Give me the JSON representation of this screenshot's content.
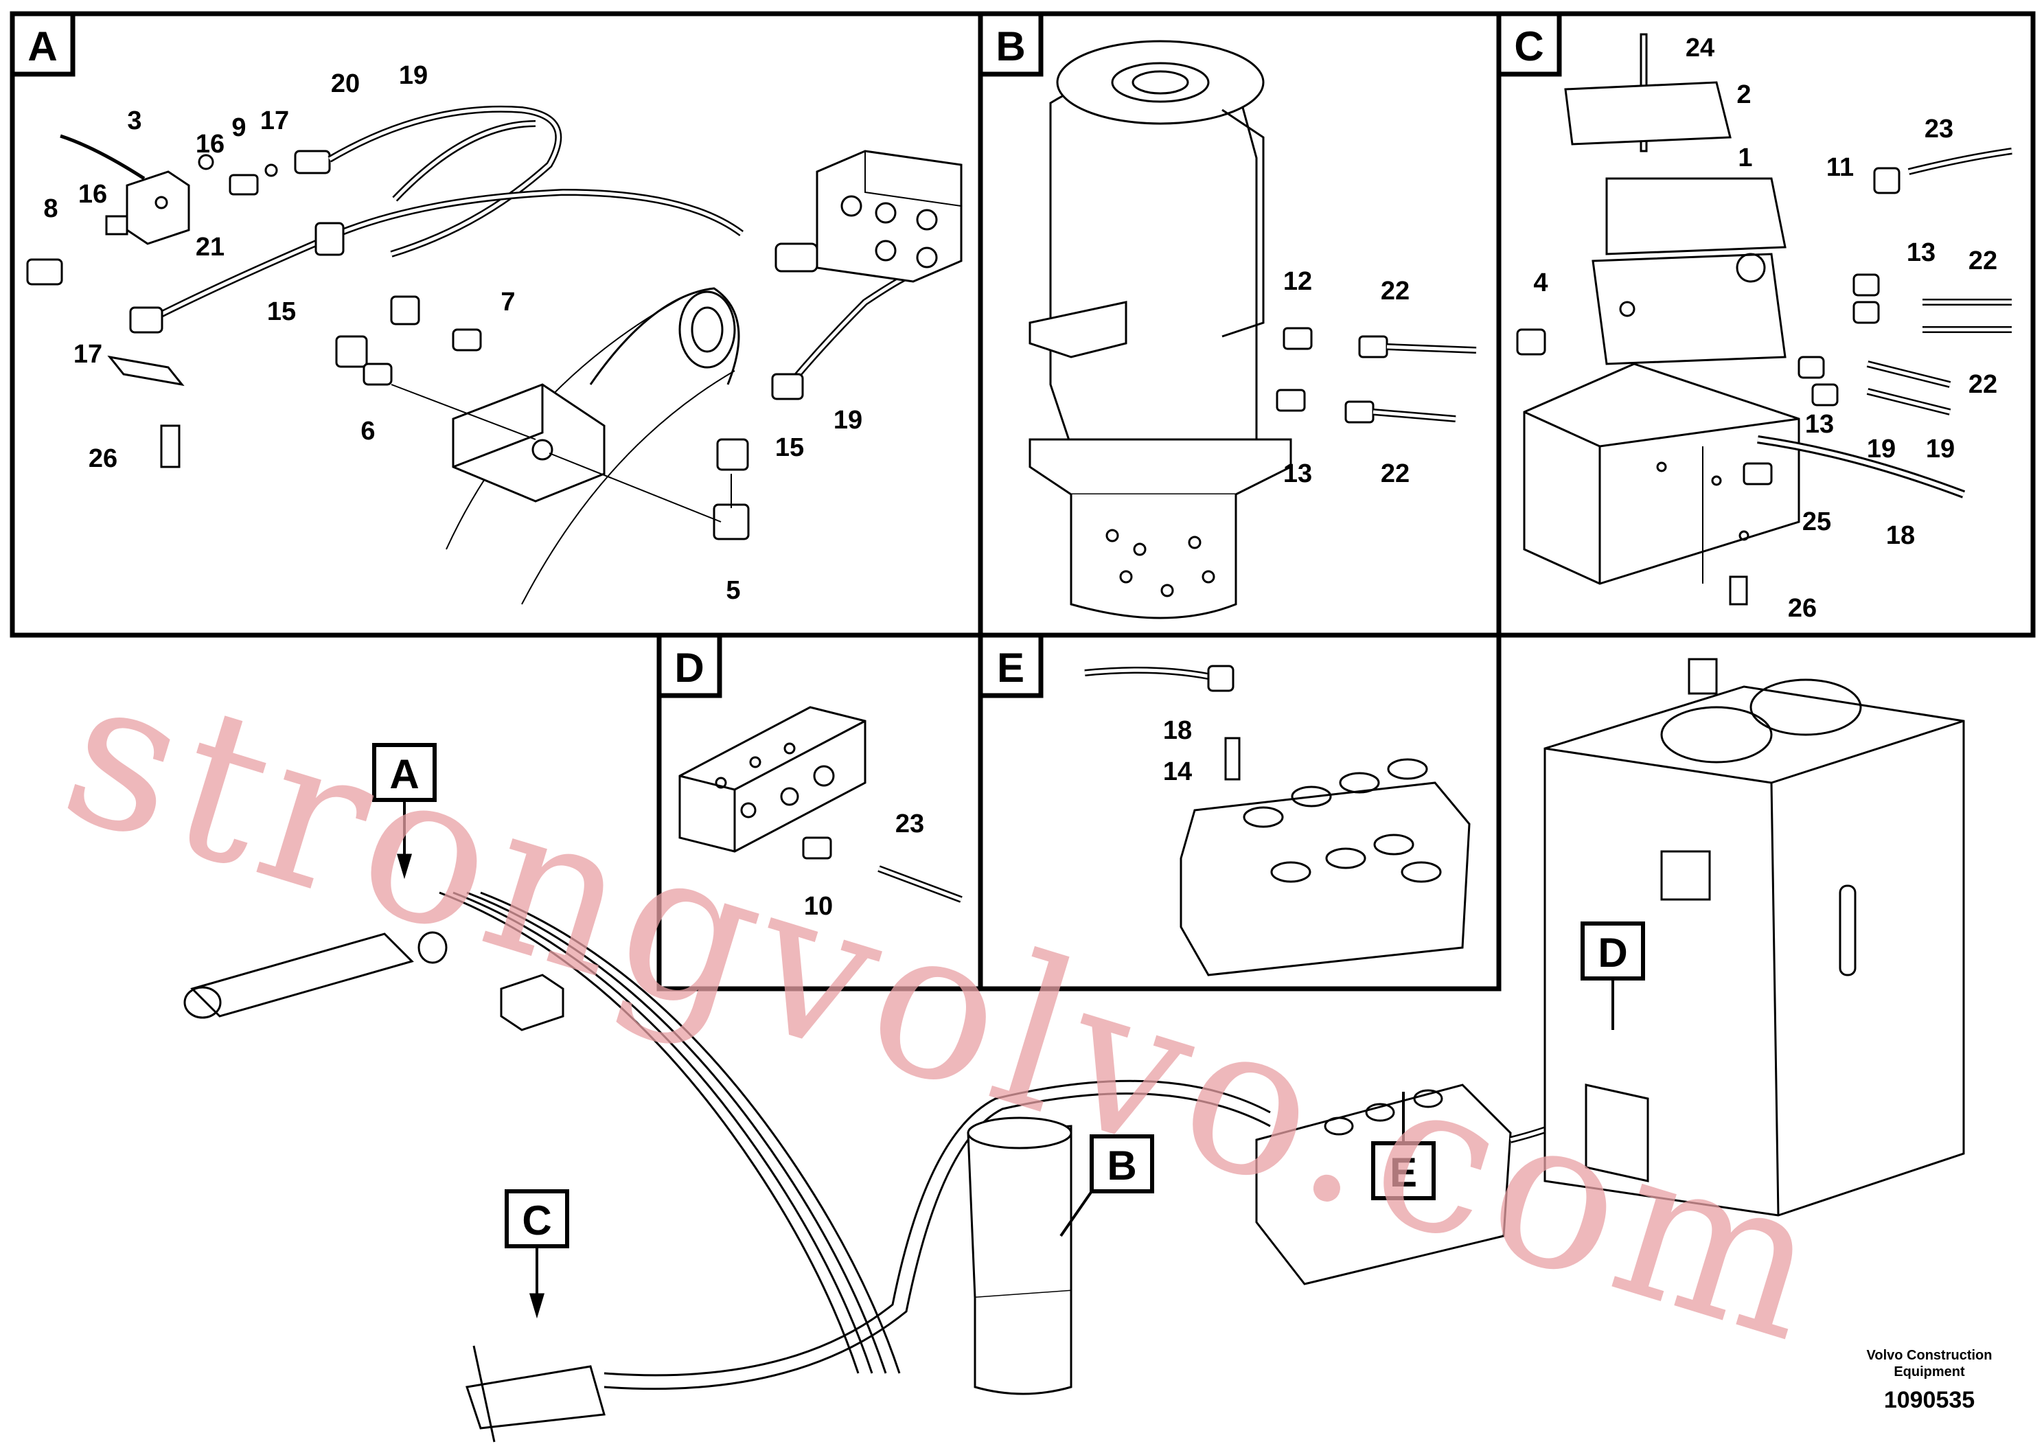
{
  "panels": {
    "A": {
      "letter": "A",
      "callouts": [
        "3",
        "16",
        "9",
        "17",
        "20",
        "19",
        "8",
        "16",
        "21",
        "15",
        "7",
        "17",
        "6",
        "26",
        "19",
        "15",
        "5"
      ]
    },
    "B": {
      "letter": "B",
      "callouts": [
        "12",
        "22",
        "13",
        "22"
      ]
    },
    "C": {
      "letter": "C",
      "callouts": [
        "24",
        "2",
        "23",
        "1",
        "11",
        "4",
        "13",
        "22",
        "22",
        "13",
        "19",
        "19",
        "25",
        "18",
        "26"
      ]
    },
    "D": {
      "letter": "D",
      "callouts": [
        "23",
        "10"
      ]
    },
    "E": {
      "letter": "E",
      "callouts": [
        "18",
        "14"
      ]
    }
  },
  "overview_tags": [
    "A",
    "B",
    "C",
    "D",
    "E"
  ],
  "watermark": "strongvolvo.com",
  "footer": {
    "company_line1": "Volvo Construction",
    "company_line2": "Equipment",
    "drawing_number": "1090535"
  },
  "colors": {
    "line": "#000000",
    "watermark": "#e8a0a4",
    "background": "#ffffff"
  }
}
